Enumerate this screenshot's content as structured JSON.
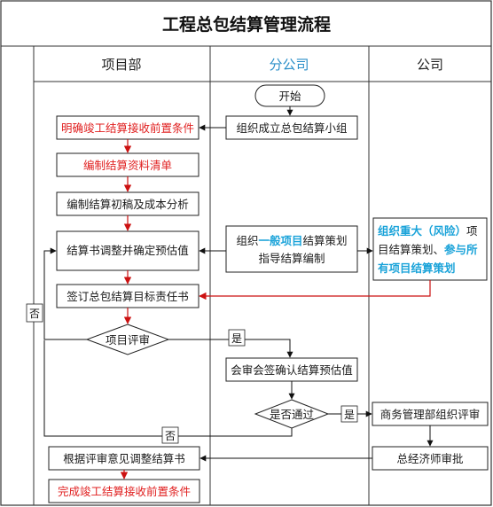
{
  "title": "工程总包结算管理流程",
  "lanes": {
    "project": "项目部",
    "branch": "分公司",
    "company": "公司"
  },
  "nodes": {
    "start": "开始",
    "form_team": "组织成立总包结算小组",
    "clarify_conditions": "明确竣工结算接收前置条件",
    "compile_list": "编制结算资料清单",
    "compile_draft": "编制结算初稿及成本分析",
    "adjust_estimate": "结算书调整并确定预估值",
    "organize_plan_pre": "组织",
    "organize_plan_blue": "一般项目",
    "organize_plan_post": "结算策划",
    "organize_plan_line2": "指导结算编制",
    "major_line1_blue": "组织重大（风险）",
    "major_line1_post": "项",
    "major_line2_pre": "目结算策划、",
    "major_line2_blue": "参与所",
    "major_line3_blue": "有项目结算策划",
    "sign_target": "签订总包结算目标责任书",
    "project_review": "项目评审",
    "countersign": "会审会签确认结算预估值",
    "passed": "是否通过",
    "biz_review": "商务管理部组织评审",
    "gm_approve": "总经济师审批",
    "adjust_by_review": "根据评审意见调整结算书",
    "complete_conditions": "完成竣工结算接收前置条件"
  },
  "labels": {
    "no_left": "否",
    "yes_review": "是",
    "yes_passed": "是",
    "no_passed": "否"
  },
  "colors": {
    "red_text": "#e02020",
    "blue_text": "#1aa3d9",
    "red_arrow": "#cc1111",
    "line": "#222222"
  }
}
